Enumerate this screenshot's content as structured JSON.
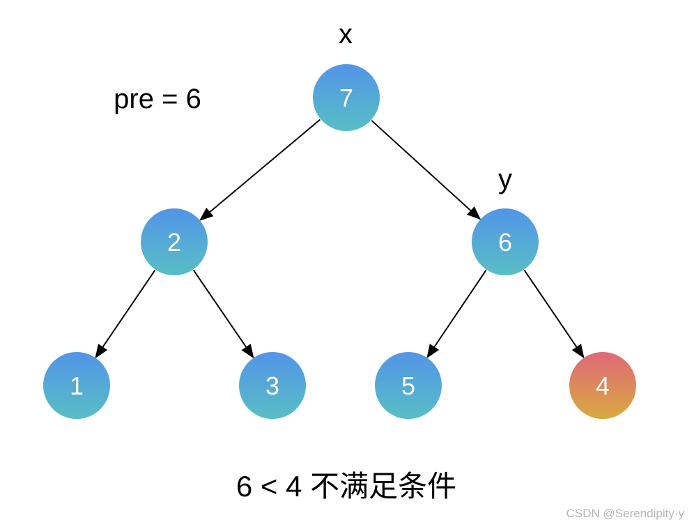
{
  "colors": {
    "node_blue_top": "#5295e8",
    "node_blue_bottom": "#58bec4",
    "node_red_top": "#e0687a",
    "node_red_bottom": "#d8aa3e",
    "edge": "#000000"
  },
  "annotations": {
    "x_marker": "x",
    "y_marker": "y",
    "pre_label": "pre = 6"
  },
  "nodes": [
    {
      "id": "n7",
      "label": "7",
      "color": "blue"
    },
    {
      "id": "n2",
      "label": "2",
      "color": "blue"
    },
    {
      "id": "n6",
      "label": "6",
      "color": "blue"
    },
    {
      "id": "n1",
      "label": "1",
      "color": "blue"
    },
    {
      "id": "n3",
      "label": "3",
      "color": "blue"
    },
    {
      "id": "n5",
      "label": "5",
      "color": "blue"
    },
    {
      "id": "n4",
      "label": "4",
      "color": "red"
    }
  ],
  "edges": [
    {
      "from": "n7",
      "to": "n2"
    },
    {
      "from": "n7",
      "to": "n6"
    },
    {
      "from": "n2",
      "to": "n1"
    },
    {
      "from": "n2",
      "to": "n3"
    },
    {
      "from": "n6",
      "to": "n5"
    },
    {
      "from": "n6",
      "to": "n4"
    }
  ],
  "caption": "6 < 4 不满足条件",
  "watermark": "CSDN @Serendipity·y"
}
